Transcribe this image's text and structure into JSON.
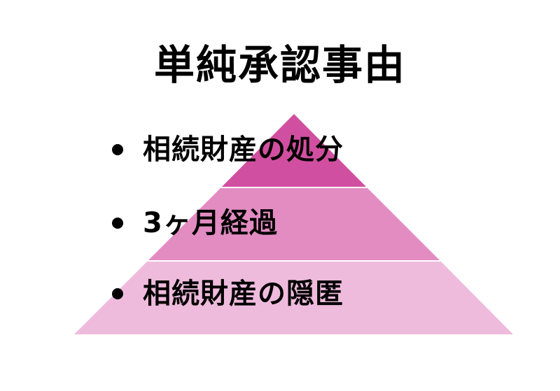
{
  "title": "単純承認事由",
  "colors": {
    "tier_top": "#d14fa0",
    "tier_middle": "#e28cc2",
    "tier_bottom": "#efbbdd",
    "divider": "#ffffff",
    "text": "#000000"
  },
  "bullets": [
    {
      "label": "相続財産の処分"
    },
    {
      "label": "3ヶ月経過"
    },
    {
      "label": "相続財産の隠匿"
    }
  ]
}
